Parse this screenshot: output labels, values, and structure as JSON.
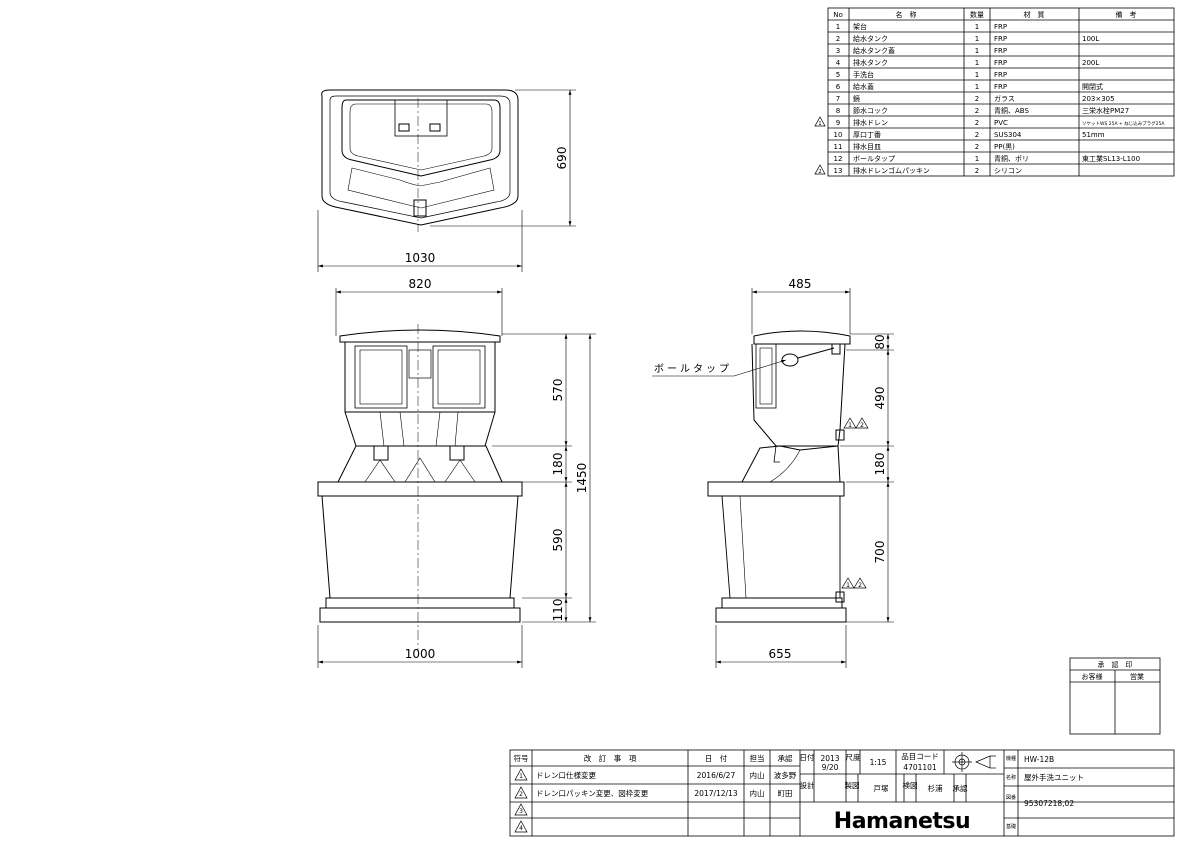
{
  "parts_table": {
    "headers": [
      "No",
      "名　称",
      "数量",
      "材　質",
      "備　考"
    ],
    "rows": [
      {
        "no": "1",
        "name": "架台",
        "qty": "1",
        "material": "FRP",
        "note": "",
        "mark": ""
      },
      {
        "no": "2",
        "name": "給水タンク",
        "qty": "1",
        "material": "FRP",
        "note": "100L",
        "mark": ""
      },
      {
        "no": "3",
        "name": "給水タンク蓋",
        "qty": "1",
        "material": "FRP",
        "note": "",
        "mark": ""
      },
      {
        "no": "4",
        "name": "排水タンク",
        "qty": "1",
        "material": "FRP",
        "note": "200L",
        "mark": ""
      },
      {
        "no": "5",
        "name": "手洗台",
        "qty": "1",
        "material": "FRP",
        "note": "",
        "mark": ""
      },
      {
        "no": "6",
        "name": "給水蓋",
        "qty": "1",
        "material": "FRP",
        "note": "開閉式",
        "mark": ""
      },
      {
        "no": "7",
        "name": "鏡",
        "qty": "2",
        "material": "ガラス",
        "note": "203×305",
        "mark": ""
      },
      {
        "no": "8",
        "name": "節水コック",
        "qty": "2",
        "material": "青銅、ABS",
        "note": "三栄水栓PM27",
        "mark": ""
      },
      {
        "no": "9",
        "name": "排水ドレン",
        "qty": "2",
        "material": "PVC",
        "note": "ソケットWS 25A + ねじ込みプラグ25A",
        "mark": "1"
      },
      {
        "no": "10",
        "name": "厚口丁番",
        "qty": "2",
        "material": "SUS304",
        "note": "51mm",
        "mark": ""
      },
      {
        "no": "11",
        "name": "排水目皿",
        "qty": "2",
        "material": "PP(黒)",
        "note": "",
        "mark": ""
      },
      {
        "no": "12",
        "name": "ボールタップ",
        "qty": "1",
        "material": "青銅、ポリ",
        "note": "東工業SL13-L100",
        "mark": ""
      },
      {
        "no": "13",
        "name": "排水ドレンゴムパッキン",
        "qty": "2",
        "material": "シリコン",
        "note": "",
        "mark": "2"
      }
    ]
  },
  "dimensions": {
    "top_width": "1030",
    "top_depth": "690",
    "front_upper_width": "820",
    "front_base_width": "1000",
    "front_h1": "570",
    "front_h2": "180",
    "front_h3": "590",
    "front_h4": "110",
    "front_total": "1450",
    "side_upper_width": "485",
    "side_base_width": "655",
    "side_h1": "80",
    "side_h2": "490",
    "side_h3": "180",
    "side_h4": "700"
  },
  "callout": "ボールタップ",
  "rev_marks": [
    "1",
    "2"
  ],
  "approval_box": {
    "title": "承　認　印",
    "col1": "お客様",
    "col2": "営業"
  },
  "revisions": {
    "headers": [
      "符号",
      "改　訂　事　項",
      "日　付",
      "担当",
      "承認"
    ],
    "rows": [
      {
        "mark": "1",
        "desc": "ドレン口仕様変更",
        "date": "2016/6/27",
        "by": "内山",
        "approved": "波多野"
      },
      {
        "mark": "2",
        "desc": "ドレン口パッキン変更、図枠変更",
        "date": "2017/12/13",
        "by": "内山",
        "approved": "町田"
      },
      {
        "mark": "3",
        "desc": "",
        "date": "",
        "by": "",
        "approved": ""
      },
      {
        "mark": "4",
        "desc": "",
        "date": "",
        "by": "",
        "approved": ""
      }
    ]
  },
  "title_block": {
    "date_label": "日付",
    "date_year": "2013",
    "date_md": "9/20",
    "scale_label": "尺度",
    "scale": "1:15",
    "code_label": "品目コード",
    "code": "4701101",
    "design_label": "設計",
    "drawn_label": "製図",
    "drawn_by": "戸塚",
    "checked_label": "検図",
    "checked_by": "杉浦",
    "approved_label": "承認",
    "model_label": "機種",
    "model": "HW-12B",
    "name_label": "名称",
    "name": "屋外手洗ユニット",
    "drawing_no_label": "図番",
    "drawing_no": "95307218,02",
    "base_label": "基礎",
    "logo": "Hamanetsu"
  }
}
